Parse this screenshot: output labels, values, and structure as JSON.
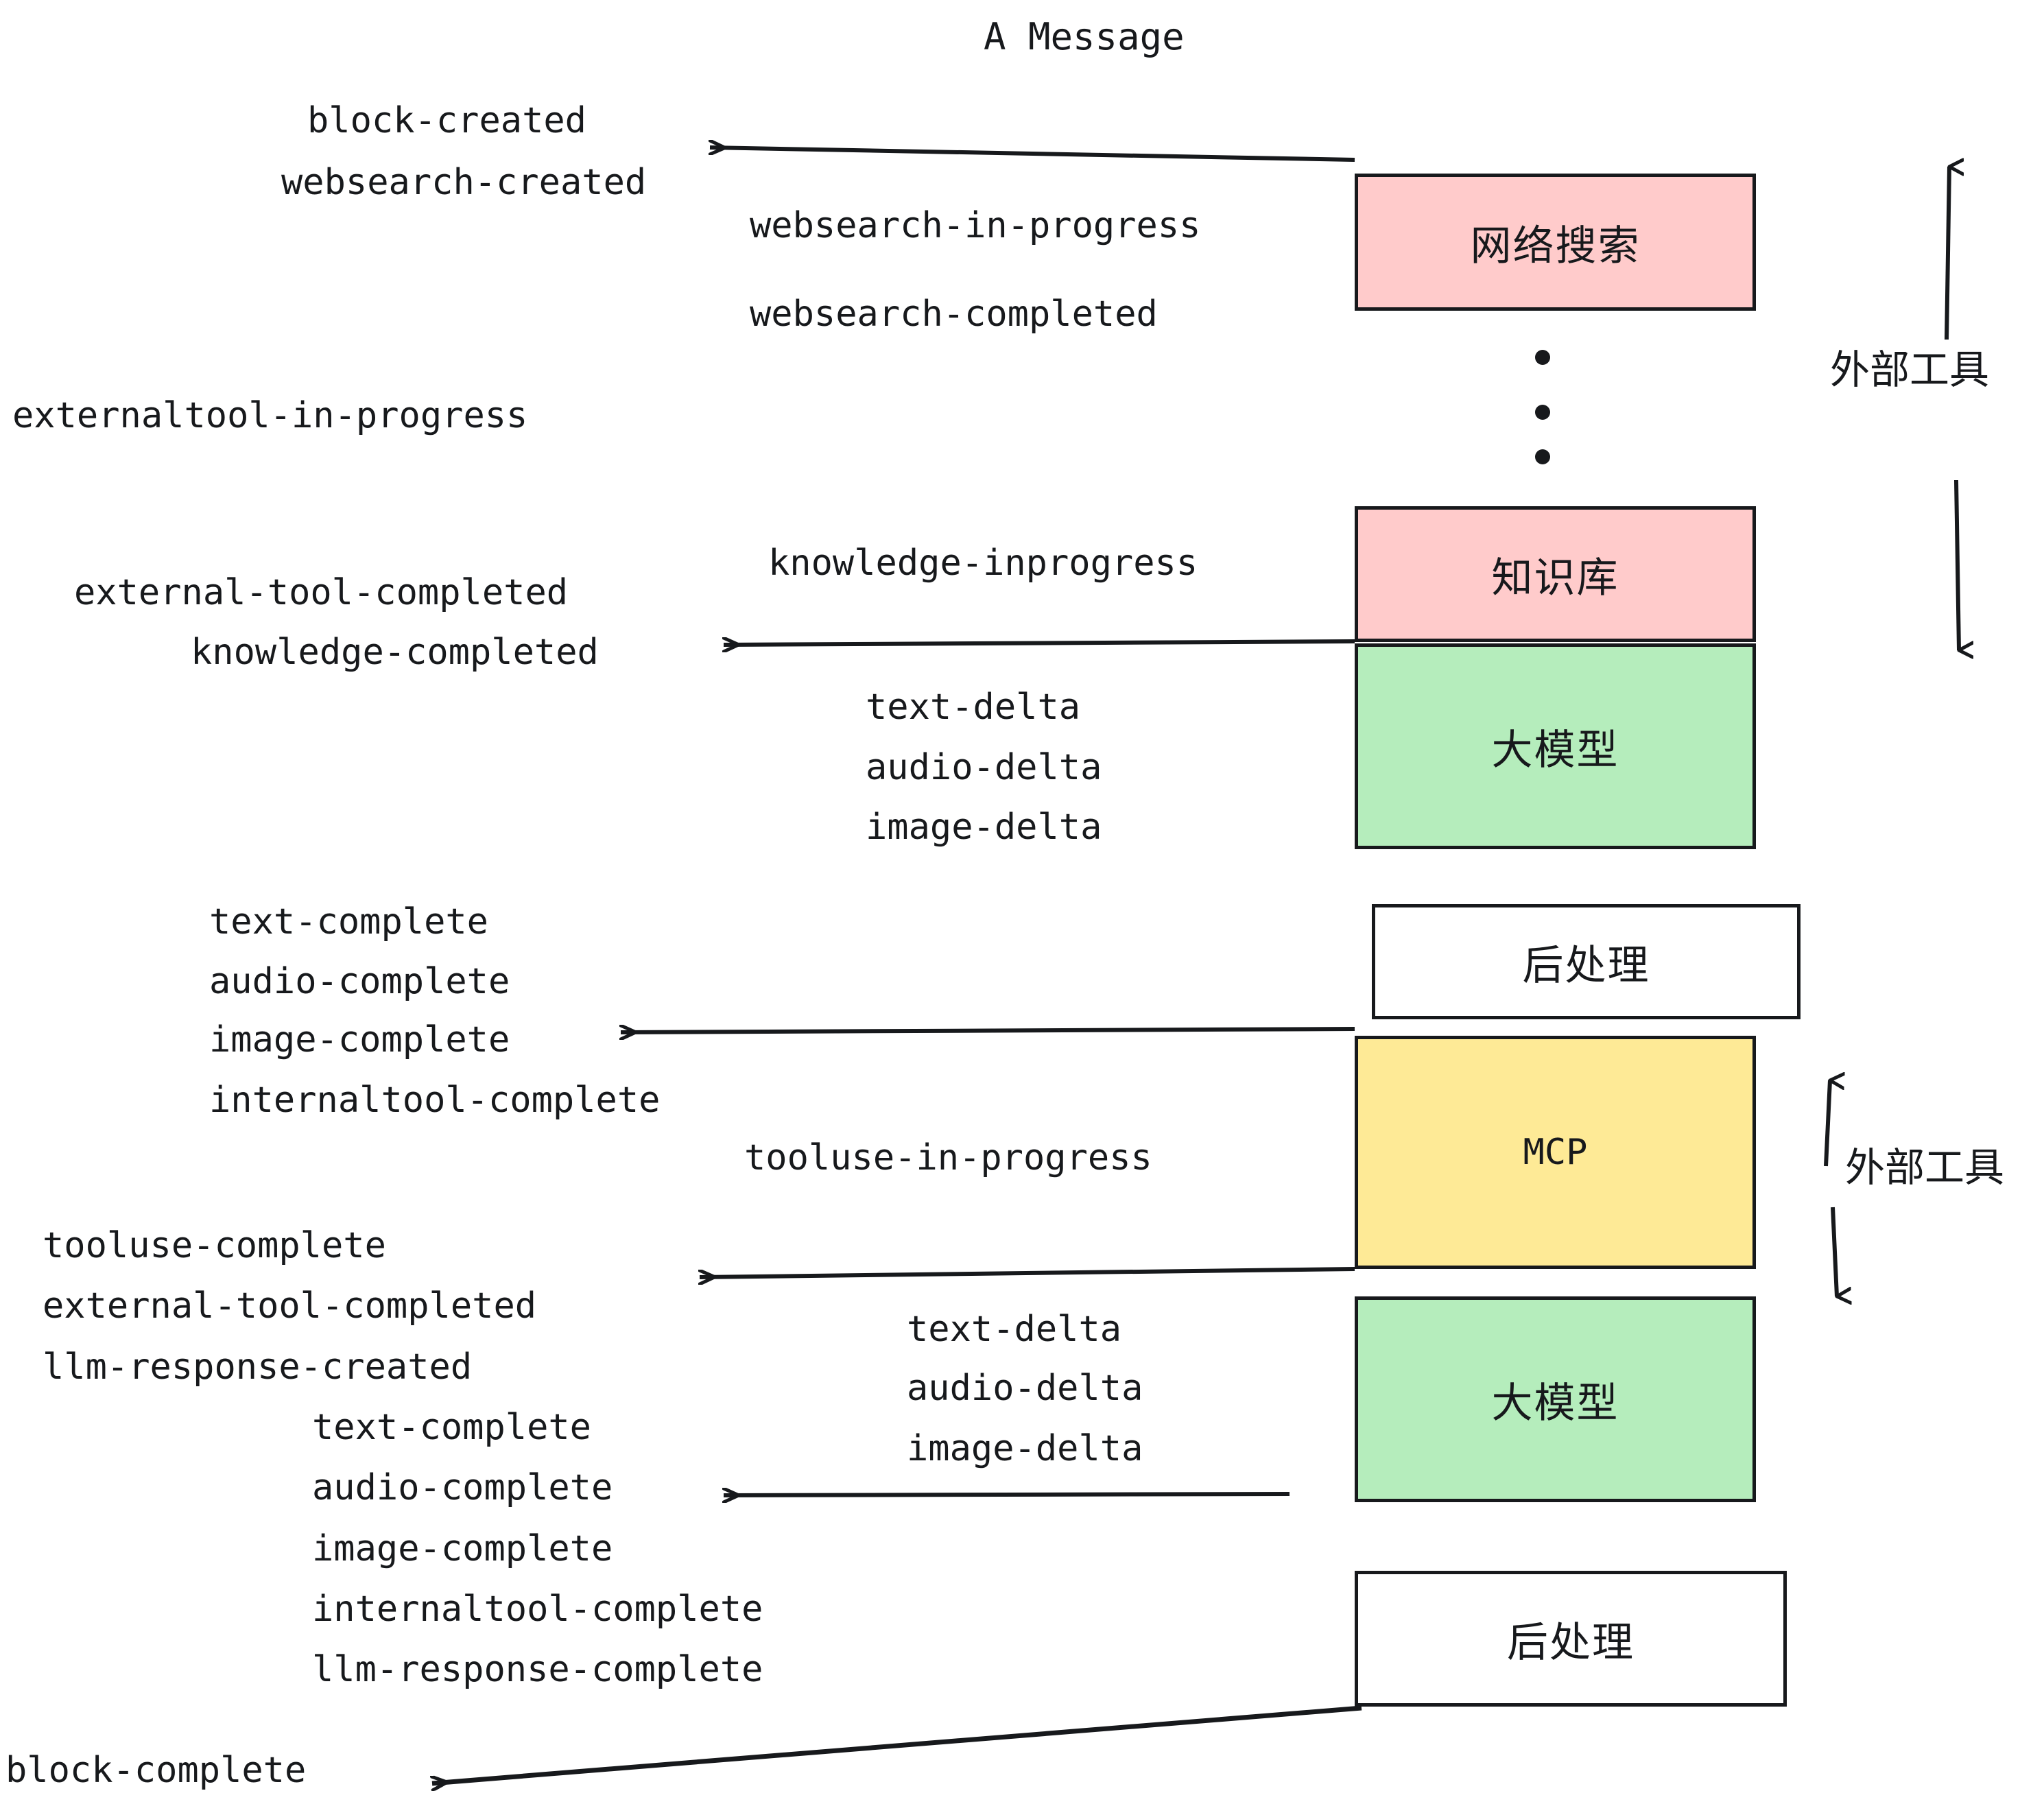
{
  "title": "A Message",
  "colors": {
    "pink": "#FFCBCB",
    "green": "#B5EDBC",
    "yellow": "#FEEA96",
    "white": "#FFFFFF",
    "stroke": "#17191C"
  },
  "nodes": [
    {
      "id": "websearch",
      "label": "网络搜索",
      "fill": "#FFCBCB"
    },
    {
      "id": "knowledge",
      "label": "知识库",
      "fill": "#FFCBCB"
    },
    {
      "id": "llm-1",
      "label": "大模型",
      "fill": "#B5EDBC"
    },
    {
      "id": "postproc-1",
      "label": "后处理",
      "fill": "#FFFFFF"
    },
    {
      "id": "mcp",
      "label": "MCP",
      "fill": "#FEEA96"
    },
    {
      "id": "llm-2",
      "label": "大模型",
      "fill": "#B5EDBC"
    },
    {
      "id": "postproc-2",
      "label": "后处理",
      "fill": "#FFFFFF"
    }
  ],
  "side_labels": [
    {
      "id": "external-tools-top",
      "text": "外部工具"
    },
    {
      "id": "external-tools-bottom",
      "text": "外部工具"
    }
  ],
  "events": {
    "block_created": "block-created",
    "websearch_created": "websearch-created",
    "websearch_in_progress": "websearch-in-progress",
    "websearch_completed": "websearch-completed",
    "externaltool_in_progress": "externaltool-in-progress",
    "knowledge_inprogress": "knowledge-inprogress",
    "external_tool_completed_1": "external-tool-completed",
    "knowledge_completed": "knowledge-completed",
    "text_delta_1": "text-delta",
    "audio_delta_1": "audio-delta",
    "image_delta_1": "image-delta",
    "text_complete_1": "text-complete",
    "audio_complete_1": "audio-complete",
    "image_complete_1": "image-complete",
    "internaltool_complete_1": "internaltool-complete",
    "tooluse_in_progress": "tooluse-in-progress",
    "tooluse_complete": "tooluse-complete",
    "external_tool_completed_2": "external-tool-completed",
    "llm_response_created": "llm-response-created",
    "text_delta_2": "text-delta",
    "audio_delta_2": "audio-delta",
    "image_delta_2": "image-delta",
    "text_complete_2": "text-complete",
    "audio_complete_2": "audio-complete",
    "image_complete_2": "image-complete",
    "internaltool_complete_2": "internaltool-complete",
    "llm_response_complete": "llm-response-complete",
    "block_complete": "block-complete"
  },
  "ellipsis": {
    "dots": 3
  }
}
